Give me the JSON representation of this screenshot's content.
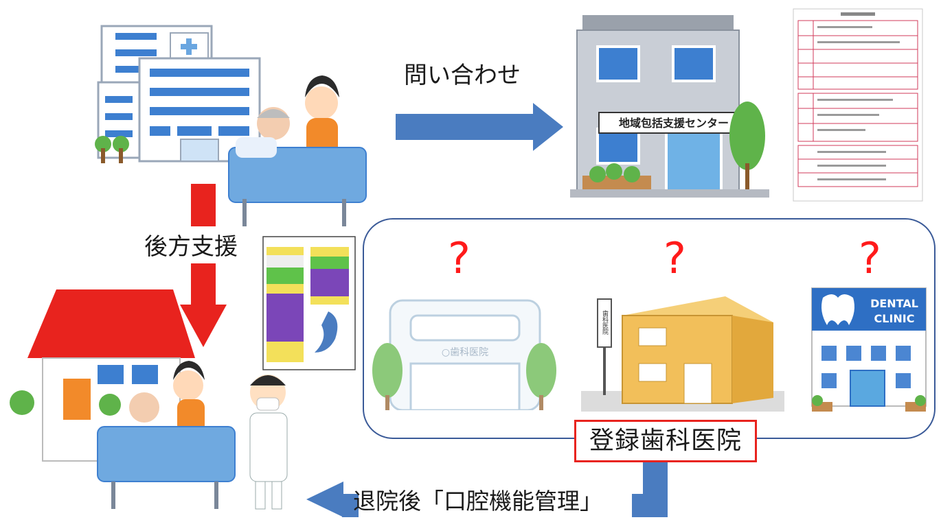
{
  "labels": {
    "inquiry": "問い合わせ",
    "support": "後方支援",
    "registered_clinics": "登録歯科医院",
    "after_discharge": "退院後「口腔機能管理」",
    "center_sign": "地域包括支援センター",
    "clinic_sign_1": "○歯科医院",
    "clinic_sign_2": "歯科医院",
    "dental_clinic": "DENTAL CLINIC",
    "unknown_1": "?",
    "unknown_2": "?",
    "unknown_3": "?"
  },
  "colors": {
    "arrow_blue": "#4a7cc0",
    "arrow_red": "#e8231e",
    "box_border": "#3a5a98",
    "question_red": "#ff1a1a"
  }
}
